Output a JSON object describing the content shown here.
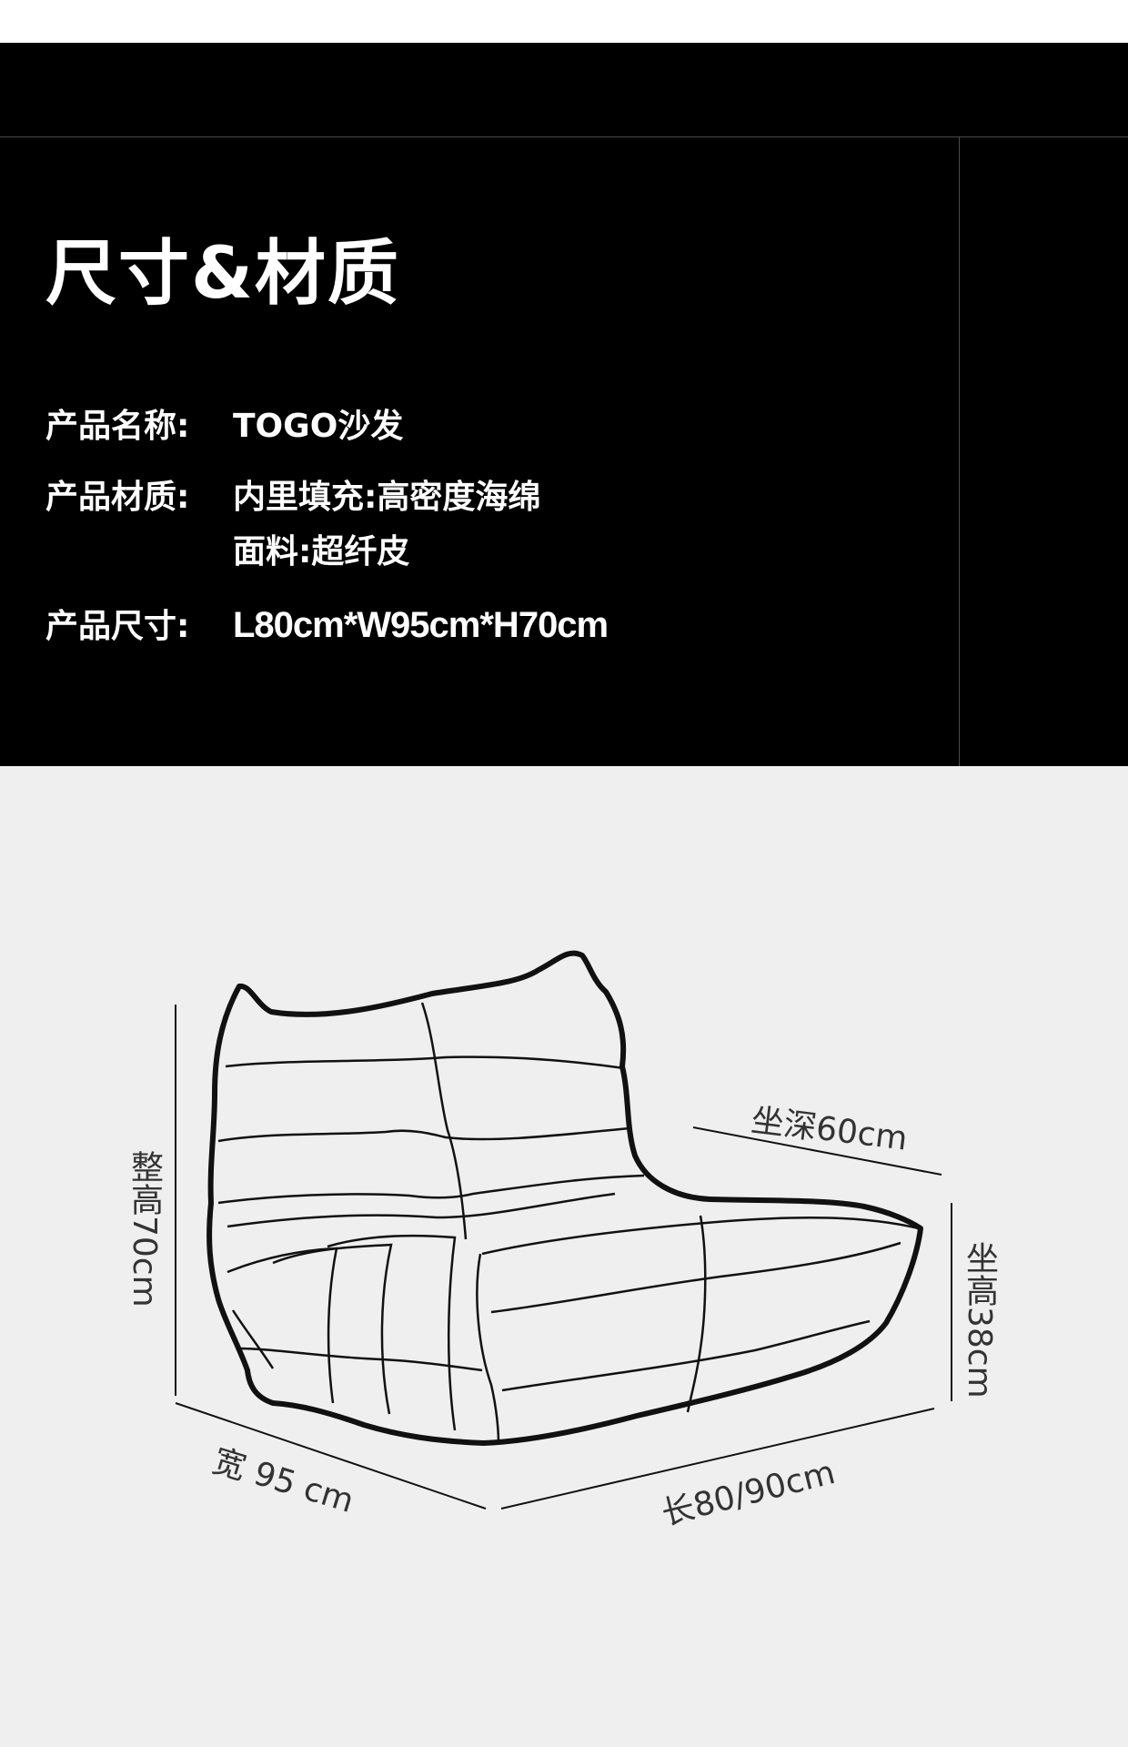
{
  "header": {
    "title": "尺寸&材质"
  },
  "specs": {
    "name_label": "产品名称:",
    "name_value": "TOGO沙发",
    "material_label": "产品材质:",
    "material_value_1": "内里填充:高密度海绵",
    "material_value_2": "面料:超纤皮",
    "size_label": "产品尺寸:",
    "size_value": "L80cm*W95cm*H70cm"
  },
  "dimensions": {
    "total_height": "整高70cm",
    "seat_depth": "坐深60cm",
    "seat_height": "坐高38cm",
    "width": "宽 95 cm",
    "length": "长80/90cm"
  },
  "colors": {
    "panel_background": "#000000",
    "drawing_background": "#efefef",
    "text_light": "#ffffff",
    "line_dark": "#111111"
  }
}
